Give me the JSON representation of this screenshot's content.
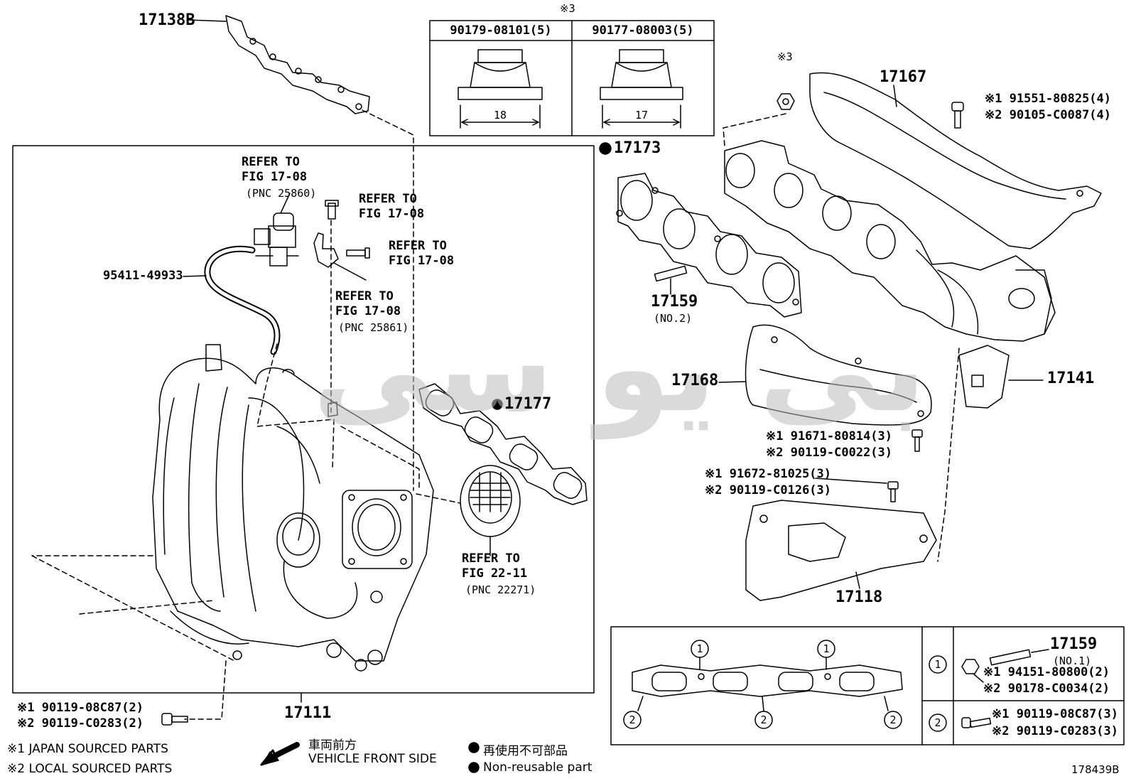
{
  "labels": {
    "p17138b": "17138B",
    "p95411": "95411-49933",
    "refer1a": "REFER TO",
    "refer1b": "FIG 17-08",
    "refer1c": "(PNC 25860)",
    "refer2a": "REFER TO",
    "refer2b": "FIG 17-08",
    "refer3a": "REFER TO",
    "refer3b": "FIG 17-08",
    "refer4a": "REFER TO",
    "refer4b": "FIG 17-08",
    "refer4c": "(PNC 25861)",
    "refer5a": "REFER TO",
    "refer5b": "FIG 22-11",
    "refer5c": "(PNC 22271)",
    "p17177": "17177",
    "p17111": "17111",
    "bolt1_j": "※1 90119-08C87(2)",
    "bolt1_l": "※2 90119-C0283(2)",
    "nut_mark": "※3",
    "nut1": "90179-08101(5)",
    "nut2": "90177-08003(5)",
    "nut1_w": "18",
    "nut2_w": "17",
    "p17173": "17173",
    "p17159a": "17159",
    "p17159a_sub": "(NO.2)",
    "nut3_mark": "※3",
    "p17167": "17167",
    "bolt2_j": "※1 91551-80825(4)",
    "bolt2_l": "※2 90105-C0087(4)",
    "p17168": "17168",
    "p17141": "17141",
    "bolt3_j": "※1 91671-80814(3)",
    "bolt3_l": "※2 90119-C0022(3)",
    "bolt4_j": "※1 91672-81025(3)",
    "bolt4_l": "※2 90119-C0126(3)",
    "p17118": "17118",
    "tbl_17159": "17159",
    "tbl_17159_sub": "(NO.1)",
    "tbl_b1_j": "※1 94151-80800(2)",
    "tbl_b1_l": "※2 90178-C0034(2)",
    "tbl_b2_j": "※1 90119-08C87(3)",
    "tbl_b2_l": "※2 90119-C0283(3)",
    "c1": "1",
    "c2": "2",
    "legend1": "※1 JAPAN SOURCED PARTS",
    "legend2": "※2 LOCAL SOURCED PARTS",
    "front_jp": "車両前方",
    "front_en": "VEHICLE FRONT SIDE",
    "nonreuse_jp": "再使用不可部品",
    "nonreuse_en": "Non-reusable part",
    "fig_no": "178439B",
    "watermark": "بی‌ یو ‌سی"
  }
}
